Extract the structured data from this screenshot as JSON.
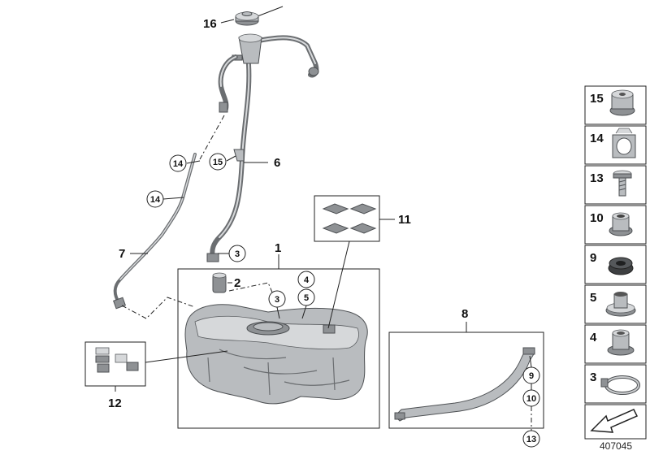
{
  "diagram_number": "407045",
  "callouts": {
    "c16": "16",
    "c6": "6",
    "c7": "7",
    "c14a": "14",
    "c14b": "14",
    "c15": "15",
    "c3a": "3",
    "c2": "2",
    "c1": "1",
    "c4": "4",
    "c5": "5",
    "c3b": "3",
    "c11": "11",
    "c12": "12",
    "c8": "8",
    "c9": "9",
    "c10": "10",
    "c13": "13"
  },
  "side_parts": [
    {
      "label": "15",
      "icon": "nut-icon"
    },
    {
      "label": "14",
      "icon": "clip-icon"
    },
    {
      "label": "13",
      "icon": "screw-icon"
    },
    {
      "label": "10",
      "icon": "sleeve-icon"
    },
    {
      "label": "9",
      "icon": "grommet-icon"
    },
    {
      "label": "5",
      "icon": "bushing-icon"
    },
    {
      "label": "4",
      "icon": "bushing-small-icon"
    },
    {
      "label": "3",
      "icon": "hose-clamp-icon"
    },
    {
      "label": "",
      "icon": "arrow-icon"
    }
  ]
}
